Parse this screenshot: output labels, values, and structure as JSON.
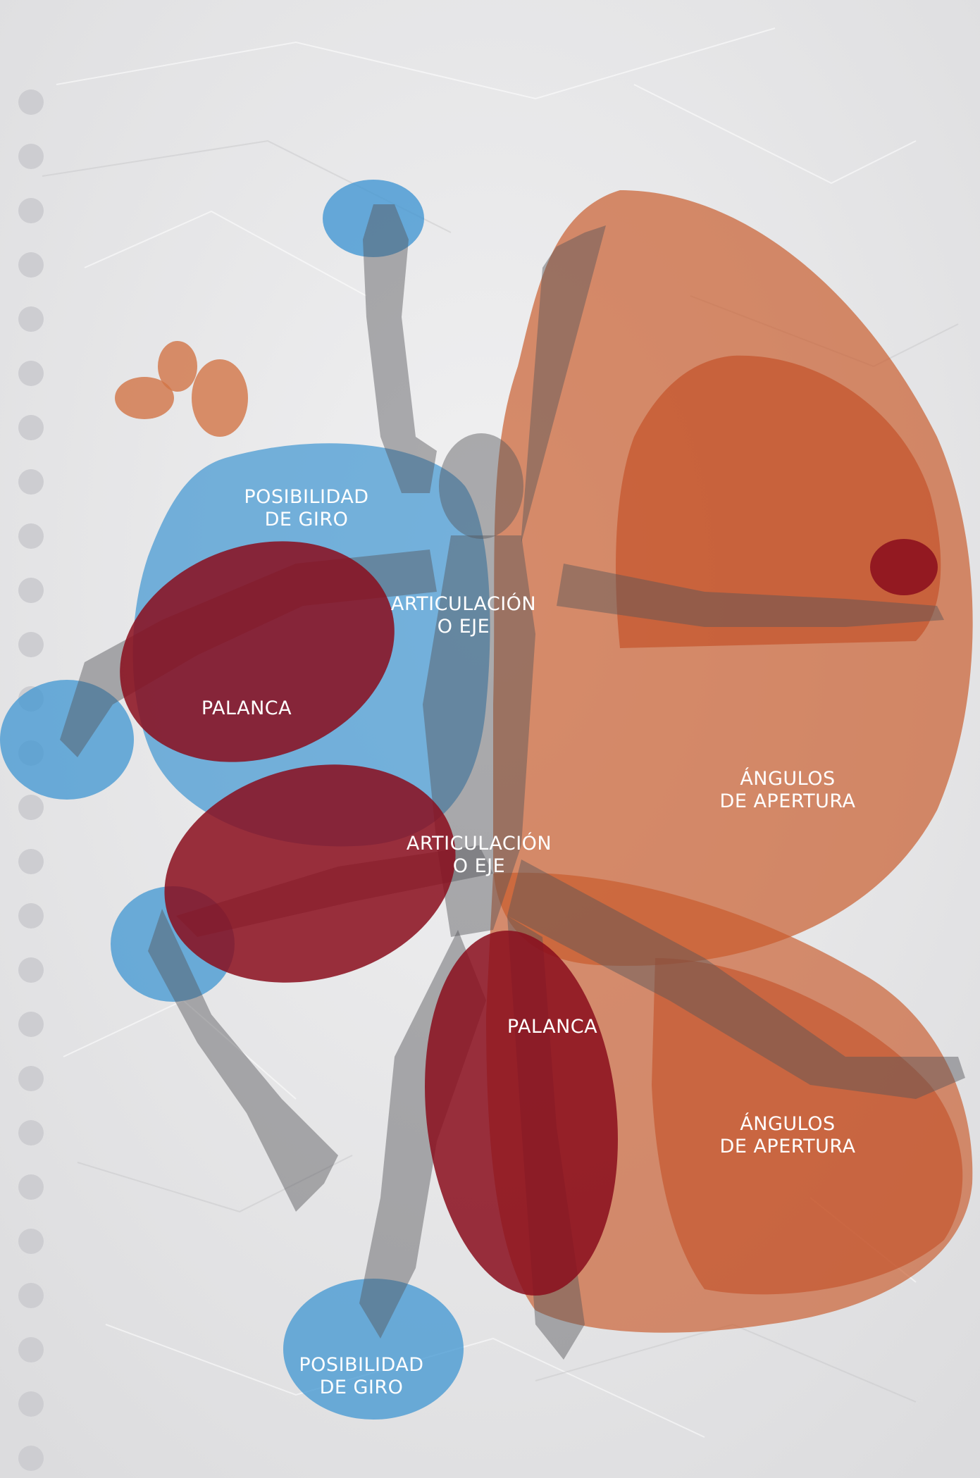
{
  "labels": {
    "giro_top": {
      "line1": "POSIBILIDAD",
      "line2": "DE GIRO"
    },
    "giro_bottom": {
      "line1": "POSIBILIDAD",
      "line2": "DE GIRO"
    },
    "eje_upper": {
      "line1": "ARTICULACIÓN",
      "line2": "O EJE"
    },
    "eje_lower": {
      "line1": "ARTICULACIÓN",
      "line2": "O EJE"
    },
    "palanca_left": "PALANCA",
    "palanca_center": "PALANCA",
    "angulos_upper": {
      "line1": "ÁNGULOS",
      "line2": "DE APERTURA"
    },
    "angulos_lower": {
      "line1": "ÁNGULOS",
      "line2": "DE APERTURA"
    }
  },
  "colors": {
    "paper": "#e9e9ea",
    "blue": "#3f95d2",
    "orange": "#c85a2a",
    "red": "#8a0d1c",
    "silhouette": "#555559"
  }
}
